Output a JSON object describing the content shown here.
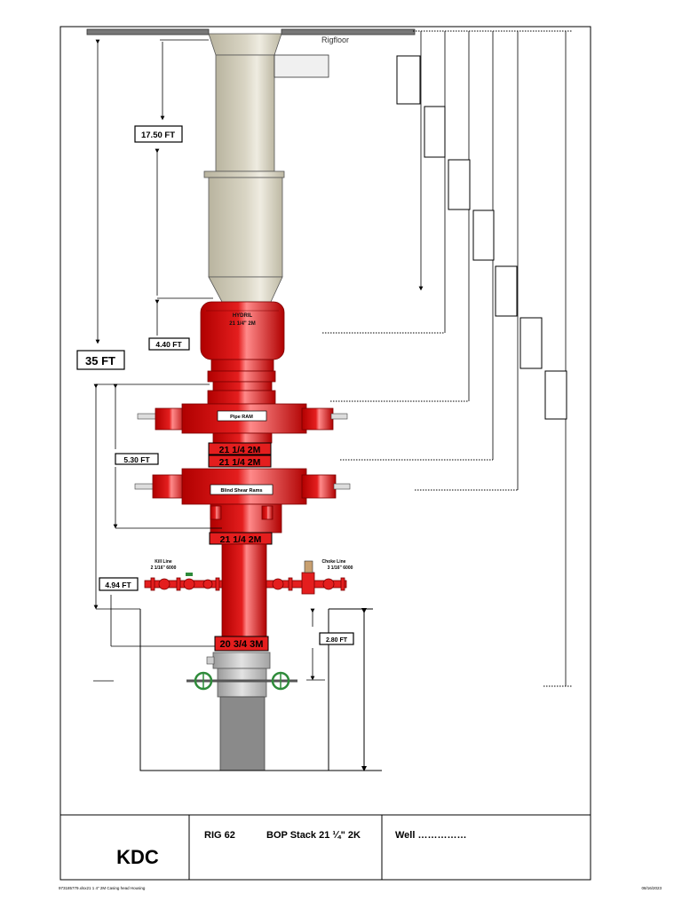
{
  "diagram": {
    "rigfloor_label": "Rigfloor",
    "dimensions": {
      "d17_50": "17.50 FT",
      "d35": "35 FT",
      "d4_40": "4.40 FT",
      "d5_30": "5.30 FT",
      "d4_94": "4.94 FT",
      "d2_80": "2.80 FT"
    },
    "hydril": {
      "name": "HYDRIL",
      "size": "21 1/4\" 2M"
    },
    "pipe_ram_label": "Pipe RAM",
    "flange_labels": [
      "21 1/4 2M",
      "21 1/4 2M",
      "21 1/4 2M"
    ],
    "blind_shear_label": "Blind Shear Rams",
    "kill_line": {
      "name": "Kill Line",
      "spec": "2 1/16\" 6000"
    },
    "choke_line": {
      "name": "Choke Line",
      "spec": "3 1/16\" 6000"
    },
    "wellhead_flange_label": "20 3/4 3M"
  },
  "title_block": {
    "company": "KDC",
    "rig": "RIG 62",
    "description": "BOP Stack 21 ¼\"  2K",
    "well": "Well ……………"
  },
  "footer": {
    "file": "973185779.xlsx21 1 4\" 2M Casing head Housing",
    "date": "08/16/2023"
  },
  "colors": {
    "bop_red": "#e41e1e",
    "bop_red_dark": "#b00000",
    "bop_red_light": "#ff8a8a",
    "bell_nipple": "#d9d5c4",
    "casing_gray": "#8a8a8a",
    "valve_green": "#2e8b3a"
  }
}
